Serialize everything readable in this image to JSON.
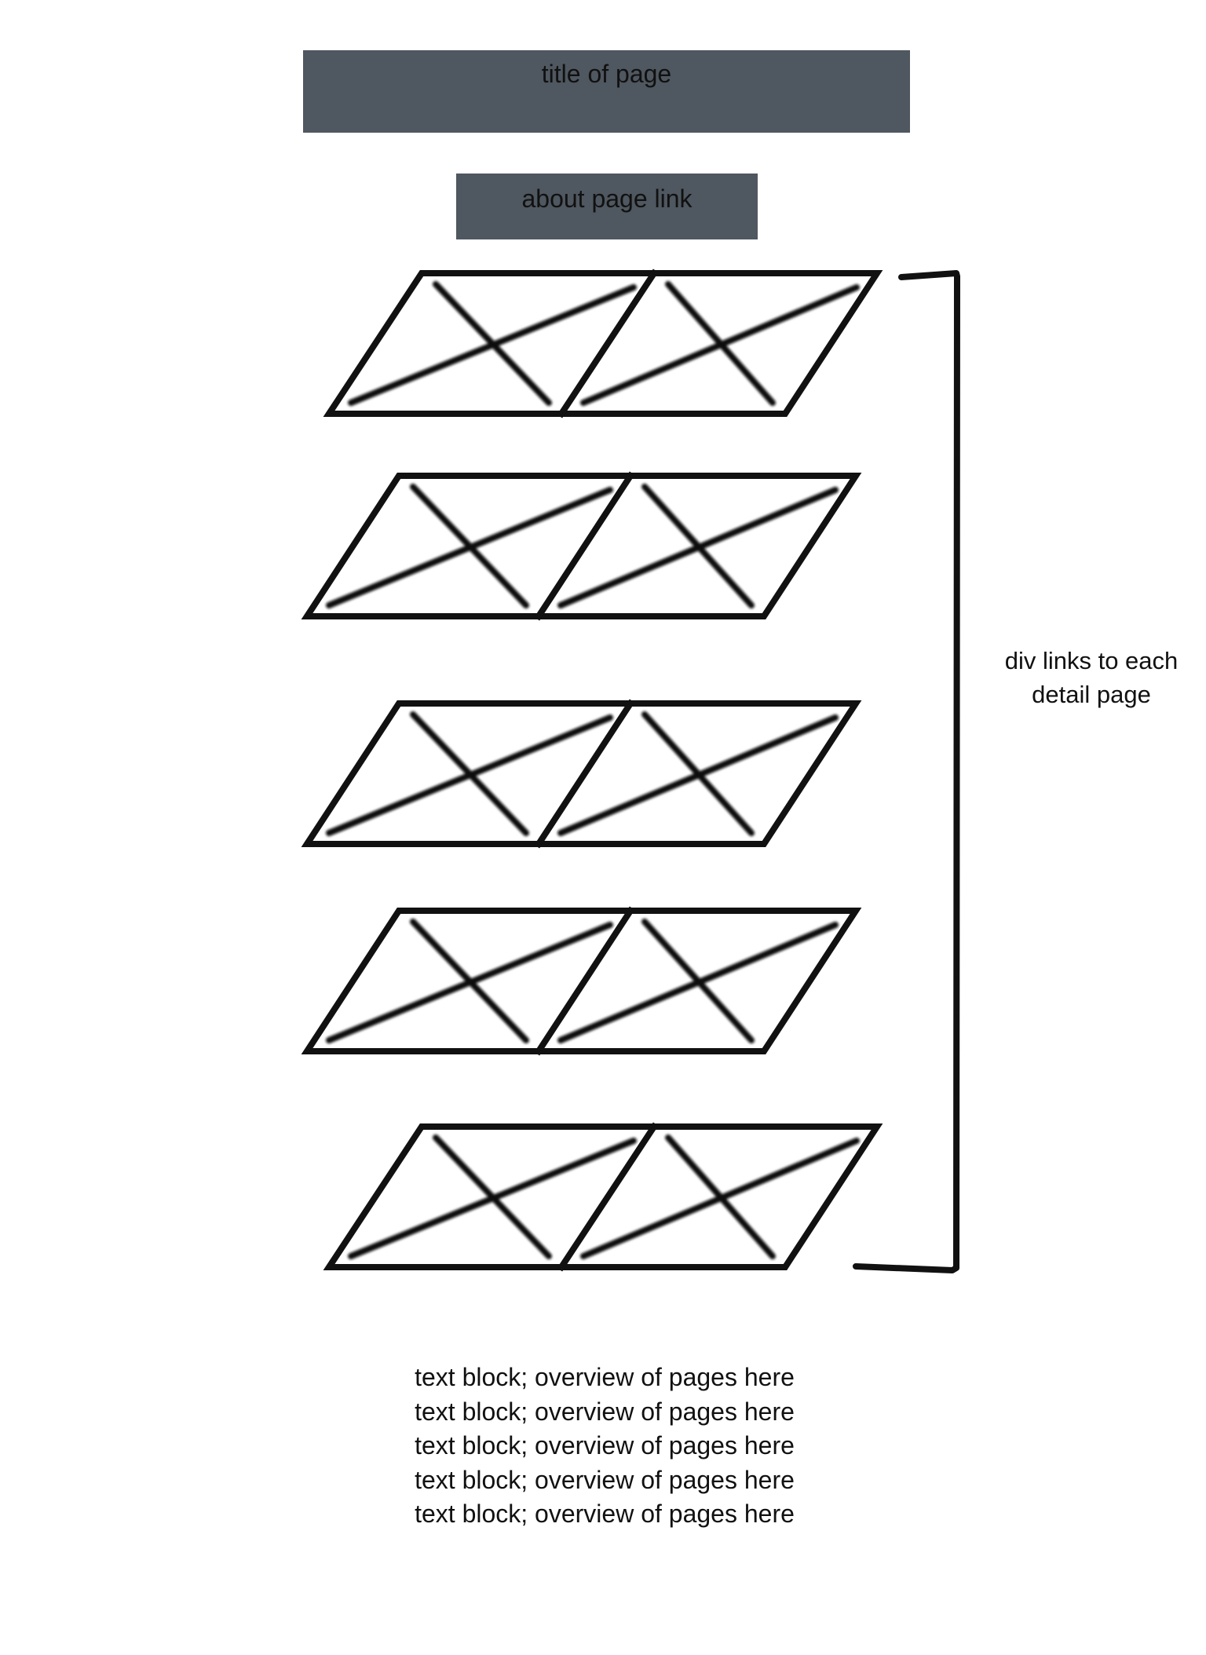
{
  "header": {
    "title": "title of page",
    "about_link": "about page link",
    "box_color": "#4f5760"
  },
  "links_section": {
    "annotation_lines": [
      "div links to each",
      "detail page"
    ],
    "rows": [
      {
        "tiles": [
          "image-placeholder",
          "image-placeholder"
        ]
      },
      {
        "tiles": [
          "image-placeholder",
          "image-placeholder"
        ]
      },
      {
        "tiles": [
          "image-placeholder",
          "image-placeholder"
        ]
      },
      {
        "tiles": [
          "image-placeholder",
          "image-placeholder"
        ]
      },
      {
        "tiles": [
          "image-placeholder",
          "image-placeholder"
        ]
      }
    ]
  },
  "overview": {
    "lines": [
      "text block; overview of pages here",
      "text block; overview of pages here",
      "text block; overview of pages here",
      "text block; overview of pages here",
      "text block; overview of pages here"
    ]
  }
}
